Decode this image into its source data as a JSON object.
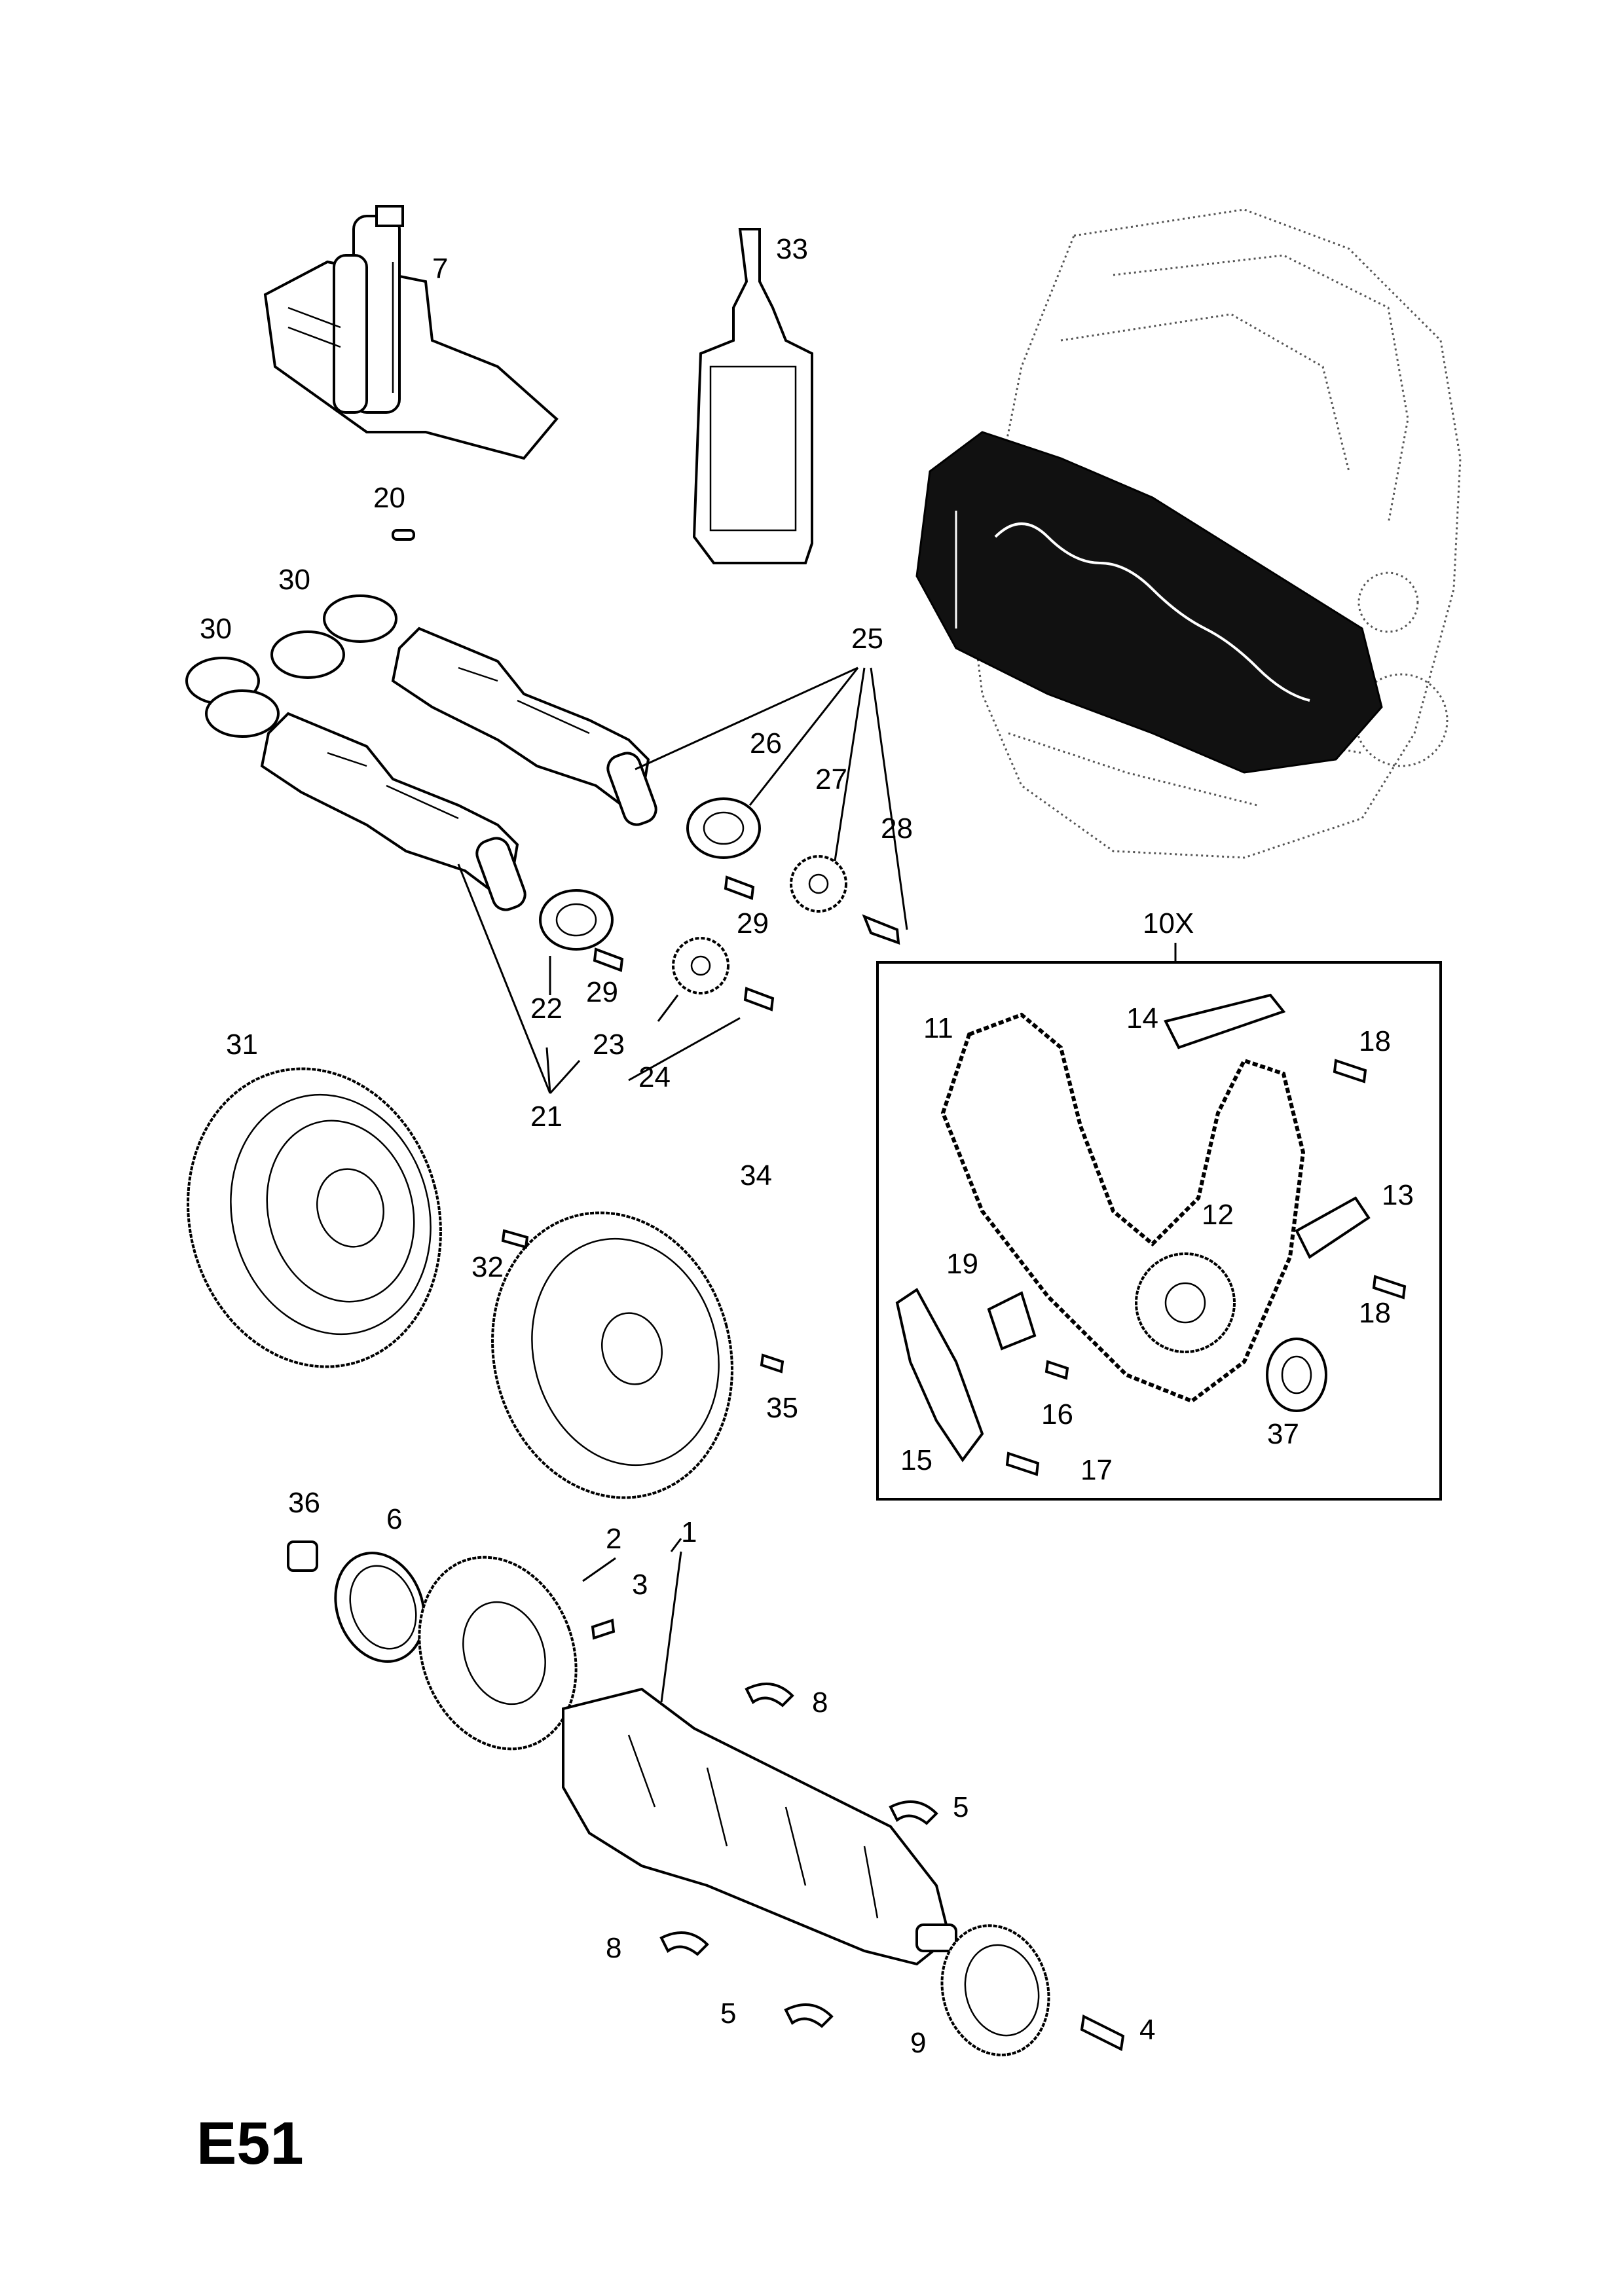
{
  "diagram_code": "E51",
  "inset_label": "10X",
  "part_labels": {
    "p1": "1",
    "p2": "2",
    "p3": "3",
    "p4": "4",
    "p5a": "5",
    "p5b": "5",
    "p6": "6",
    "p7": "7",
    "p8a": "8",
    "p8b": "8",
    "p9": "9",
    "p11": "11",
    "p12": "12",
    "p13": "13",
    "p14": "14",
    "p15": "15",
    "p16": "16",
    "p17": "17",
    "p18a": "18",
    "p18b": "18",
    "p19": "19",
    "p20": "20",
    "p21": "21",
    "p22": "22",
    "p23": "23",
    "p24": "24",
    "p25": "25",
    "p26": "26",
    "p27": "27",
    "p28": "28",
    "p29a": "29",
    "p29b": "29",
    "p30a": "30",
    "p30b": "30",
    "p31": "31",
    "p32": "32",
    "p33": "33",
    "p34": "34",
    "p35": "35",
    "p36": "36",
    "p37": "37"
  }
}
